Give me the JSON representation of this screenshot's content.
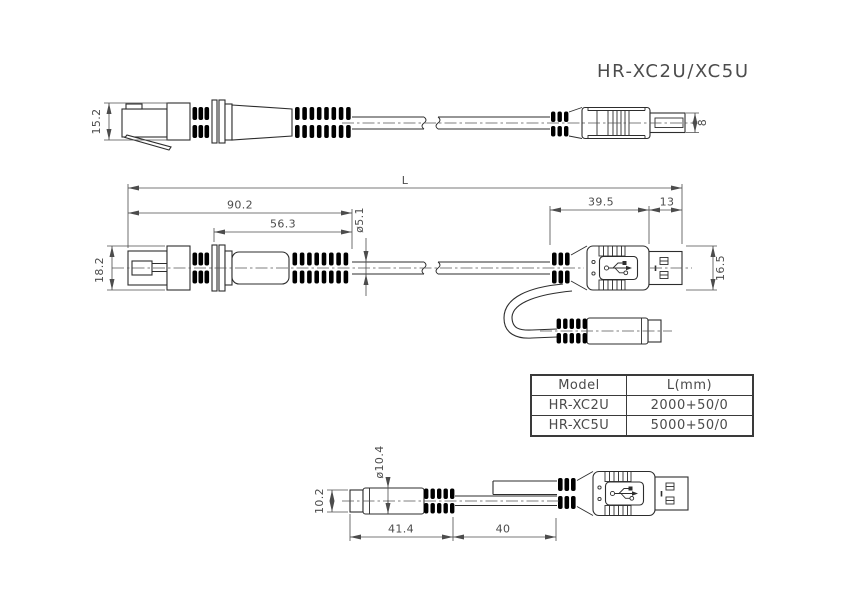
{
  "title": "HR-XC2U/XC5U",
  "dims": {
    "plug_side_height": "15.2",
    "usb_side_height": "8",
    "overall_length": "L",
    "plug_assembly_length": "90.2",
    "boot_length": "56.3",
    "usb_body_length": "39.5",
    "usb_shell_length": "13",
    "plug_top_height": "18.2",
    "cable_diameter": "ø5.1",
    "usb_top_height": "16.5",
    "jack_diameter": "ø10.4",
    "jack_tip_height": "10.2",
    "jack_length": "41.4",
    "jack_cable_length": "40"
  },
  "table": {
    "headers": [
      "Model",
      "L(mm)"
    ],
    "rows": [
      [
        "HR-XC2U",
        "2000+50/0"
      ],
      [
        "HR-XC5U",
        "5000+50/0"
      ]
    ]
  }
}
